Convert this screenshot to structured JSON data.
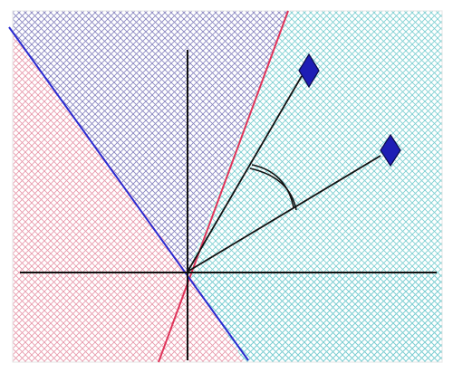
{
  "colors": {
    "background": "#ffffff",
    "border": "#e6e6e6",
    "teal_hatch": "#7fcfd2",
    "pink_hatch": "#e79aac",
    "purple_hatch": "#8a86c0",
    "axis": "#111111",
    "red_line": "#e0345a",
    "blue_line": "#2a2ad0",
    "vector": "#111111",
    "diamond_fill": "#1d1db5",
    "diamond_stroke": "#0a0a4a"
  },
  "figure": {
    "axes": 2,
    "boundary_lines": [
      "red_line",
      "blue_line"
    ],
    "vectors": [
      "upper-vector",
      "lower-vector"
    ],
    "markers": [
      "diamond",
      "diamond"
    ],
    "angle_arcs": 2
  }
}
